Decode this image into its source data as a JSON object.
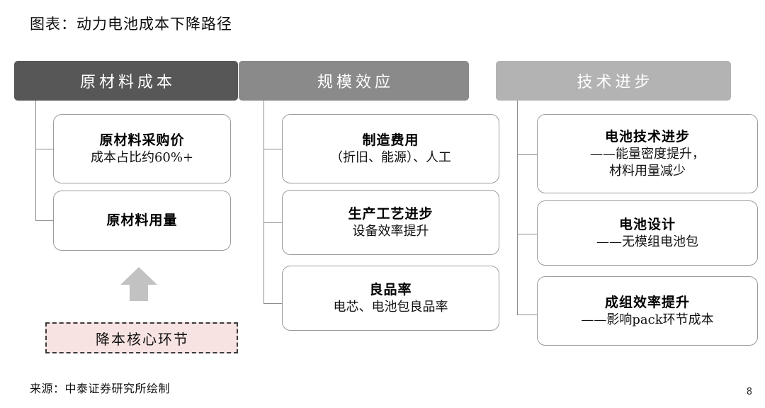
{
  "title": "图表：动力电池成本下降路径",
  "columns": [
    {
      "header": "原材料成本",
      "header_color": "#575757",
      "nodes": [
        {
          "main": "原材料采购价",
          "sub": "成本占比约60%+"
        },
        {
          "main": "原材料用量",
          "sub": ""
        }
      ]
    },
    {
      "header": "规模效应",
      "header_color": "#8a8a8a",
      "nodes": [
        {
          "main": "制造费用",
          "sub": "（折旧、能源）、人工"
        },
        {
          "main": "生产工艺进步",
          "sub": "设备效率提升"
        },
        {
          "main": "良品率",
          "sub": "电芯、电池包良品率"
        }
      ]
    },
    {
      "header": "技术进步",
      "header_color": "#b3b3b3",
      "nodes": [
        {
          "main": "电池技术进步",
          "sub": "——能量密度提升，",
          "sub2": "材料用量减少"
        },
        {
          "main": "电池设计",
          "sub": "——无模组电池包"
        },
        {
          "main": "成组效率提升",
          "sub": "——影响pack环节成本"
        }
      ]
    }
  ],
  "highlight": {
    "label": "降本核心环节",
    "fill_color": "#f7e3e1",
    "border_color": "#3c3c3c"
  },
  "arrow": {
    "name": "up-arrow",
    "color": "#c2c2c2"
  },
  "footer": {
    "source": "来源：中泰证券研究所绘制",
    "page_number": "8"
  }
}
